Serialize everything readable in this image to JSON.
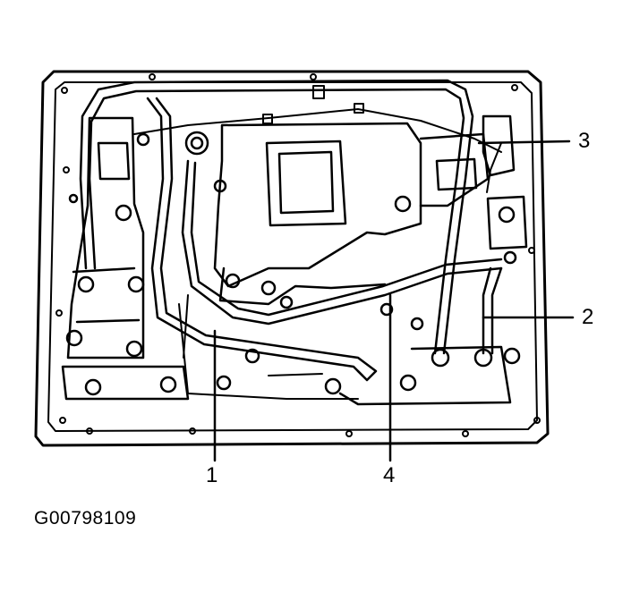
{
  "callouts": {
    "c1": "1",
    "c2": "2",
    "c3": "3",
    "c4": "4"
  },
  "figure_id": "G00798109"
}
